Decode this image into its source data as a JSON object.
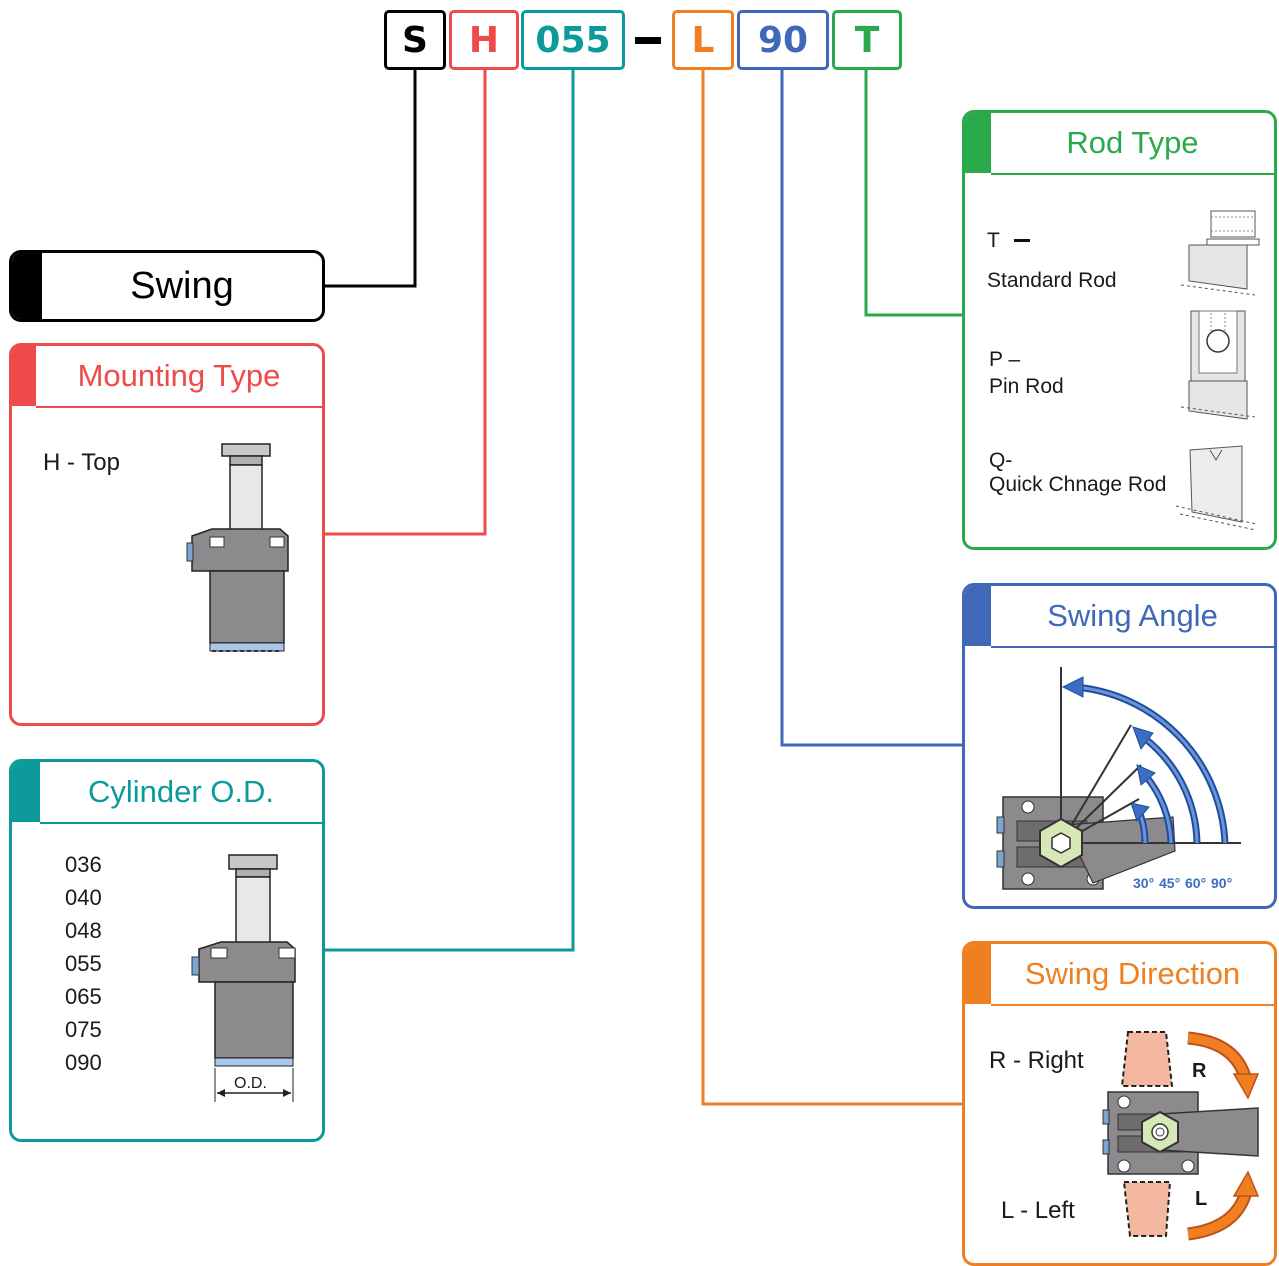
{
  "code": {
    "s": "S",
    "h": "H",
    "od": "055",
    "dir": "L",
    "angle": "90",
    "rod": "T"
  },
  "swing": {
    "label": "Swing"
  },
  "mounting": {
    "title": "Mounting Type",
    "option": "H - Top"
  },
  "cylinder": {
    "title": "Cylinder O.D.",
    "sizes": [
      "036",
      "040",
      "048",
      "055",
      "065",
      "075",
      "090"
    ],
    "od_label": "O.D."
  },
  "rod_type": {
    "title": "Rod Type",
    "t_code": "T",
    "t_name": "Standard Rod",
    "p_code": "P –",
    "p_name": "Pin Rod",
    "q_code": "Q-",
    "q_name": "Quick Chnage Rod"
  },
  "swing_angle": {
    "title": "Swing Angle",
    "angles": [
      "30°",
      "45°",
      "60°",
      "90°"
    ]
  },
  "swing_direction": {
    "title": "Swing Direction",
    "right": "R - Right",
    "left": "L - Left",
    "r_mark": "R",
    "l_mark": "L"
  },
  "colors": {
    "black": "#000000",
    "red": "#ef4a4a",
    "teal": "#0c9a9a",
    "orange": "#f07f22",
    "blue": "#4068b8",
    "green": "#2aaa4a"
  }
}
